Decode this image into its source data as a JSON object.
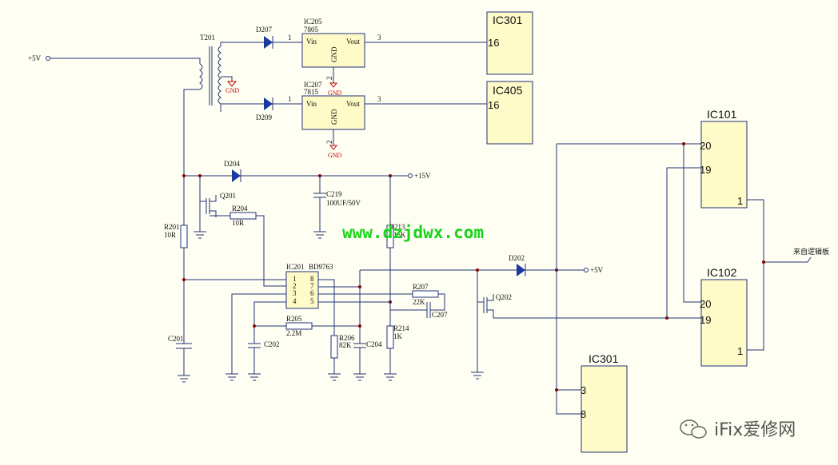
{
  "ics": {
    "ic301_top": {
      "name": "IC301",
      "pin": "16"
    },
    "ic405": {
      "name": "IC405",
      "pin": "16"
    },
    "ic101": {
      "name": "IC101",
      "pin_a": "20",
      "pin_b": "19",
      "pin_out": "1"
    },
    "ic102": {
      "name": "IC102",
      "pin_a": "20",
      "pin_b": "19",
      "pin_out": "1"
    },
    "ic301_bottom": {
      "name": "IC301",
      "pin_a": "3",
      "pin_b": "8"
    },
    "ic205": {
      "ref": "IC205",
      "part": "7805",
      "vin": "Vin",
      "vout": "Vout",
      "gnd": "GND",
      "pin1": "1",
      "pin2": "2",
      "pin3": "3"
    },
    "ic207": {
      "ref": "IC207",
      "part": "7815",
      "vin": "Vin",
      "vout": "Vout",
      "gnd": "GND",
      "pin1": "1",
      "pin2": "2",
      "pin3": "3"
    },
    "ic201": {
      "ref": "IC201",
      "part": "BD9763",
      "pins": [
        "1",
        "2",
        "3",
        "4",
        "8",
        "7",
        "6",
        "5"
      ]
    }
  },
  "parts": {
    "t201": "T201",
    "d207": "D207",
    "d209": "D209",
    "d204": "D204",
    "d202": "D202",
    "q201": "Q201",
    "q202": "Q202",
    "r201": "R201",
    "r201_val": "10R",
    "r204": "R204",
    "r204_val": "10R",
    "r205": "R205",
    "r205_val": "2.2M",
    "r206": "R206",
    "r206_val": "82K",
    "r207": "R207",
    "r207_val": "22K",
    "r213": "R213",
    "r213_val": "15K",
    "r214": "R214",
    "r214_val": "1K",
    "c201": "C201",
    "c202": "C202",
    "c204": "C204",
    "c207": "C207",
    "c219": "C219",
    "c219_val": "100UF/50V"
  },
  "nets": {
    "plus5_in": "+5V",
    "plus15": "+15V",
    "plus5_out": "+5V",
    "gnd": "GND",
    "logic": "来自逻辑板"
  },
  "watermark": "www.dzjdwx.com",
  "logo": "iFix爱修网",
  "colors": {
    "wire": "#223377",
    "box": "#fffbc8",
    "gnd": "#c00000",
    "watermark": "#18d418"
  }
}
